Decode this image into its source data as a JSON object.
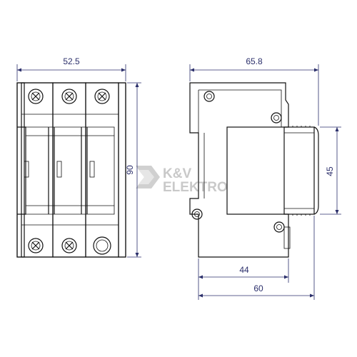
{
  "dimensions": {
    "front_width": "52.5",
    "front_height": "90",
    "side_depth_total": "65.8",
    "side_height": "45",
    "side_depth_inner": "44",
    "side_depth_base": "60"
  },
  "watermark": {
    "line1": "K&V",
    "line2": "ELEKTRO"
  },
  "colors": {
    "line": "#111111",
    "dimension": "#2b2f6b",
    "watermark": "#c9c9c9"
  }
}
